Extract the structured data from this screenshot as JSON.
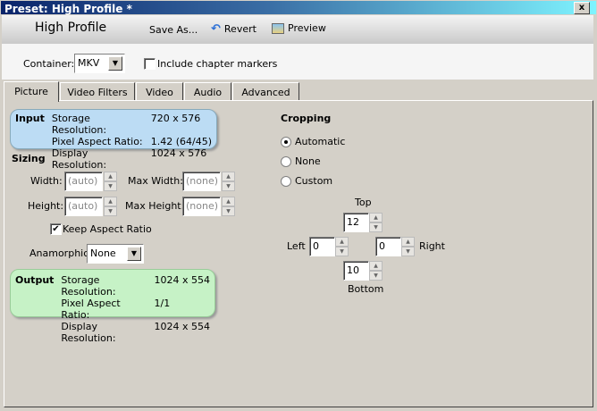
{
  "window": {
    "title": "Preset: High Profile *",
    "close": "x"
  },
  "toolbar": {
    "preset_name": "High Profile",
    "save_as": "Save As...",
    "revert": "Revert",
    "preview": "Preview"
  },
  "container": {
    "label": "Container:",
    "value": "MKV",
    "chapter_label": "Include chapter markers",
    "chapter_checked": false
  },
  "tabs": [
    "Picture",
    "Video Filters",
    "Video",
    "Audio",
    "Advanced"
  ],
  "input": {
    "title": "Input",
    "rows": [
      [
        "Storage Resolution:",
        "720 x 576"
      ],
      [
        "Pixel Aspect Ratio:",
        "1.42 (64/45)"
      ],
      [
        "Display Resolution:",
        "1024 x 576"
      ]
    ]
  },
  "sizing": {
    "title": "Sizing",
    "width_label": "Width:",
    "width_value": "(auto)",
    "height_label": "Height:",
    "height_value": "(auto)",
    "max_width_label": "Max Width:",
    "max_width_value": "(none)",
    "max_height_label": "Max Height:",
    "max_height_value": "(none)",
    "keep_aspect": "Keep Aspect Ratio",
    "keep_checked": true,
    "anamorphic_label": "Anamorphic:",
    "anamorphic_value": "None"
  },
  "output": {
    "title": "Output",
    "rows": [
      [
        "Storage Resolution:",
        "1024 x 554"
      ],
      [
        "Pixel Aspect Ratio:",
        "1/1"
      ],
      [
        "Display Resolution:",
        "1024 x 554"
      ]
    ]
  },
  "cropping": {
    "title": "Cropping",
    "options": [
      "Automatic",
      "None",
      "Custom"
    ],
    "selected": "Automatic",
    "top_label": "Top",
    "top": "12",
    "left_label": "Left",
    "left": "0",
    "right_label": "Right",
    "right": "0",
    "bottom_label": "Bottom",
    "bottom": "10"
  },
  "colors": {
    "input_box": "#bcdcf4",
    "output_box": "#c6f2c6"
  }
}
